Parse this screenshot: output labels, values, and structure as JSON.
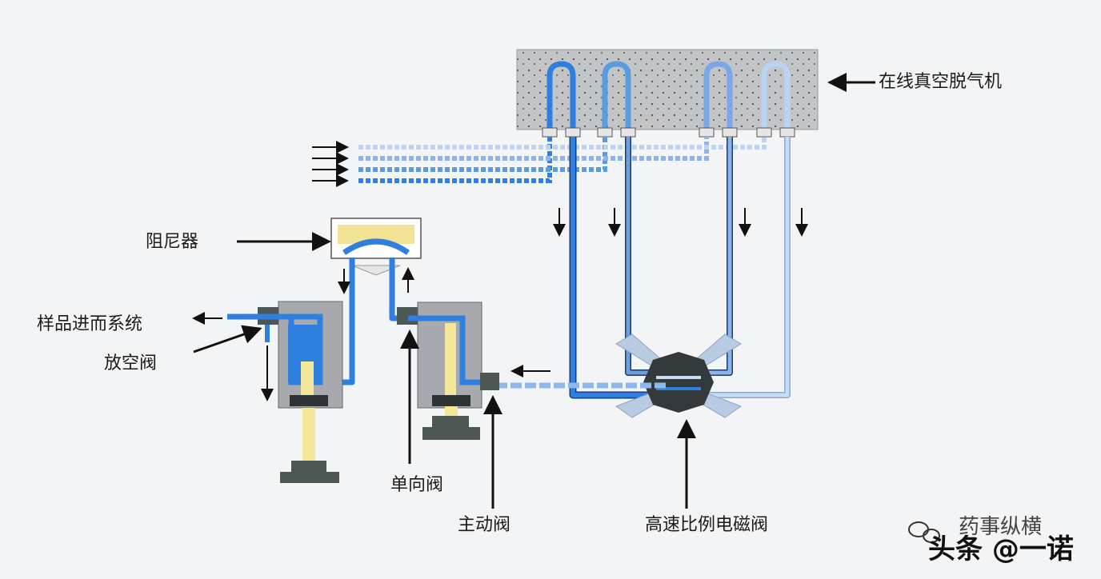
{
  "labels": {
    "degasser": "在线真空脱气机",
    "damper": "阻尼器",
    "to_sample": "样品进而系统",
    "vent_valve": "放空阀",
    "check_valve": "单向阀",
    "active_valve": "主动阀",
    "proportioning_valve": "高速比例电磁阀"
  },
  "watermark": {
    "wechat": "药事纵横",
    "platform": "头条 @一诺"
  },
  "colors": {
    "pipe_blue": "#2f7fe0",
    "pipe_blue_mid": "#5b9be0",
    "pipe_light": "#aac8ef",
    "pipe_outline": "#1a3d7a",
    "housing": "#a7a9ae",
    "piston_yellow": "#f3e79a",
    "base_dark": "#4d5753"
  }
}
